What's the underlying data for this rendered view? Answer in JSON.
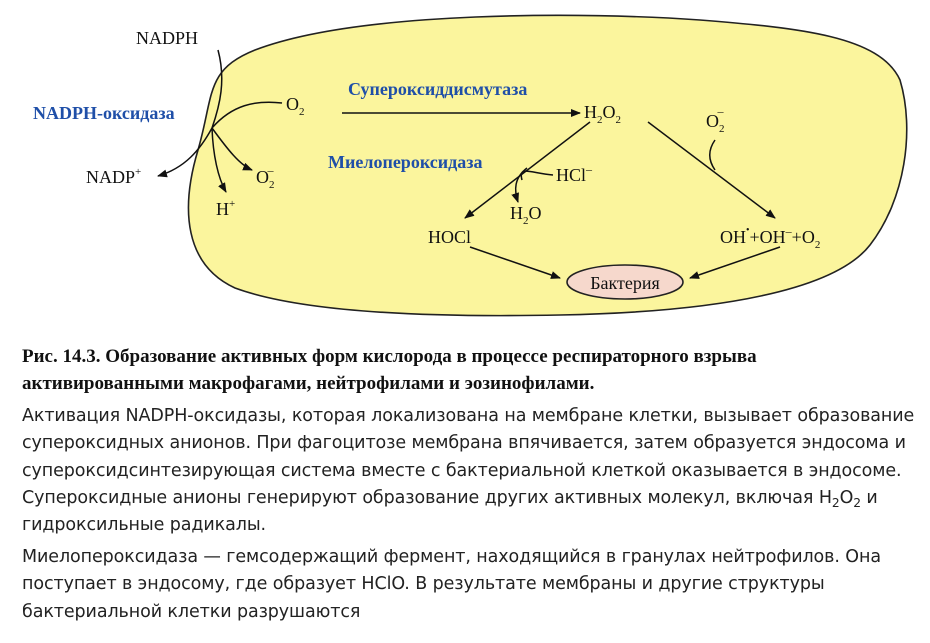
{
  "diagram": {
    "nadph": "NADPH",
    "oxidase": "NADPH-оксидаза",
    "nadp": "NADP",
    "nadp_sup": "+",
    "h": "H",
    "h_sup": "+",
    "o2_base": "O",
    "o2_sub": "2",
    "superoxide_base": "O",
    "superoxide_sub": "2",
    "superoxide_sup": "–",
    "sod": "Супероксиддисмутаза",
    "h2o2_h": "H",
    "h2o2_sub1": "2",
    "h2o2_o": "O",
    "h2o2_sub2": "2",
    "o2minus_base": "O",
    "o2minus_sub": "2",
    "o2minus_sup": "–",
    "mpo": "Миелопероксидаза",
    "hcl": "HCl",
    "hcl_sup": "–",
    "h2o_h": "H",
    "h2o_sub": "2",
    "h2o_o": "O",
    "hocl": "HOCl",
    "products": {
      "oh_radical": "OH",
      "dot": "•",
      "plus1": "+OH",
      "minus": "–",
      "plus2": "+O",
      "sub": "2"
    },
    "bacteria": "Бактерия",
    "colors": {
      "cell_fill": "#fbf59d",
      "cell_stroke": "#222222",
      "bacteria_fill": "#f6d8cc",
      "blue_text": "#1f4fa8"
    }
  },
  "caption": "Рис. 14.3. Образование активных форм кислорода в процессе респираторного взрыва активированными макрофагами, нейтрофилами и эозинофилами.",
  "paragraph1": {
    "text_a": "Активация NADPH-оксидазы, которая локализована на мембране клетки, вызывает образование супероксидных анионов. При фагоцитозе мембрана впячивается, затем образуется эндосома и супероксидсинтезирующая система вместе с бактериальной клеткой оказывается в эндосоме. Супероксидные анионы генерируют образование других активных молекул, включая ",
    "h2o2_h": "H",
    "h2o2_sub1": "2",
    "h2o2_o": "O",
    "h2o2_sub2": "2",
    "text_b": " и гидроксильные радикалы."
  },
  "paragraph2": "Миелопероксидаза — гемсодержащий фермент, находящийся  в гранулах нейтрофилов. Она поступает в эндосому, где образует HClO. В результате мембраны и другие структуры бактериальной клетки разрушаются"
}
